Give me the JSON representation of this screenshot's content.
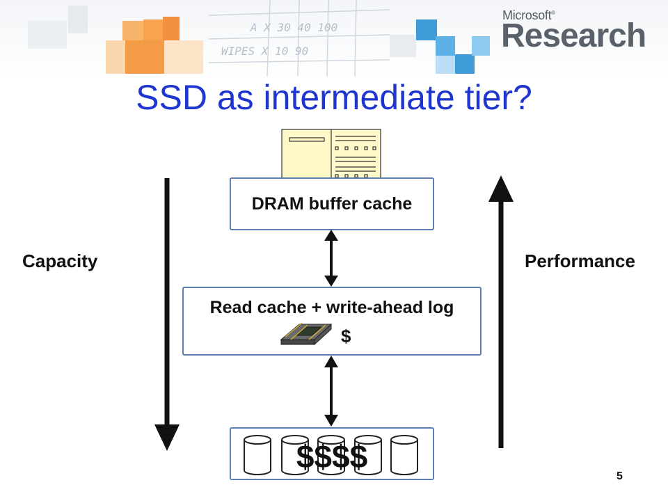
{
  "slide": {
    "title": "SSD as intermediate tier?",
    "page_number": "5"
  },
  "logo": {
    "line1": "Microsoft",
    "line2": "Research"
  },
  "background_sketch": [
    "A  X  30  40  100",
    "WIPES  X  10  90"
  ],
  "tiers": {
    "dram": {
      "label": "DRAM buffer cache"
    },
    "ssd": {
      "label": "Read cache + write-ahead log",
      "cost": "$"
    },
    "disk": {
      "cost": "$$$$"
    }
  },
  "axes": {
    "left": {
      "label": "Capacity",
      "direction": "down"
    },
    "right": {
      "label": "Performance",
      "direction": "up"
    }
  },
  "colors": {
    "title": "#1e35d0",
    "box_border": "#5a7fb0",
    "mosaic_orange": "#f7a34f",
    "mosaic_blue": "#3f9ad8",
    "server_fill": "#fff8c8"
  },
  "icons": [
    "server-icon",
    "flash-chip-icon",
    "disk-cylinder-icon"
  ]
}
